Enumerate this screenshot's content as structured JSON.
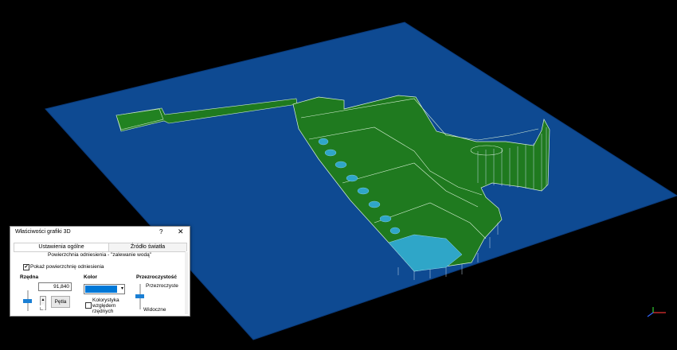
{
  "scene": {
    "background": "#000000",
    "plane_color": "#0e4a92",
    "plane_edge": "#0a3a7a",
    "model_color": "#1f7a1f",
    "water_color": "#2fa6c8",
    "icon": "axes-gizmo-icon"
  },
  "dialog": {
    "title": "Właściwości grafiki 3D",
    "help_label": "?",
    "close_label": "✕",
    "tabs": [
      {
        "label": "Ustawienia ogólne"
      },
      {
        "label": "Źródło światła"
      }
    ],
    "subtitle": "Powierzchnia odniesienia - \"zalewanie wodą\"",
    "show_surface": {
      "label": "Pokaż powierzchnię odniesienia",
      "checked": true
    },
    "ordinate": {
      "label": "Rzędna",
      "value": "91,840",
      "slider_level": 0.5
    },
    "loop_button": "Pętla",
    "color": {
      "label": "Kolor",
      "swatch": "#0078d7",
      "arrow": "▾"
    },
    "coloring": {
      "label": "Kolorystyka względem rzędnych",
      "checked": false
    },
    "transparency": {
      "label": "Przezroczystość",
      "top": "Przezroczyste",
      "bottom": "Widoczne",
      "slider_level": 0.5
    }
  }
}
